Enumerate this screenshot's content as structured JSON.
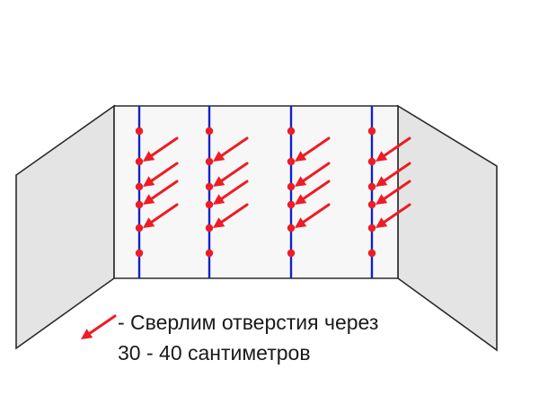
{
  "colors": {
    "wall_fill_back": "#f7f7f7",
    "wall_fill_side": "#e4e4e4",
    "outline": "#2b2b2b",
    "line": "#1022c8",
    "mark": "#ee1c24"
  },
  "legend": {
    "icon": "red-arrow-icon",
    "line1": "- Сверлим отверстия через",
    "line2": "30 - 40 сантиметров"
  },
  "columns": [
    {
      "id": 1,
      "arrows": 4
    },
    {
      "id": 2,
      "arrows": 4
    },
    {
      "id": 3,
      "arrows": 4
    },
    {
      "id": 4,
      "arrows": 4
    }
  ],
  "holes_per_column": 6
}
